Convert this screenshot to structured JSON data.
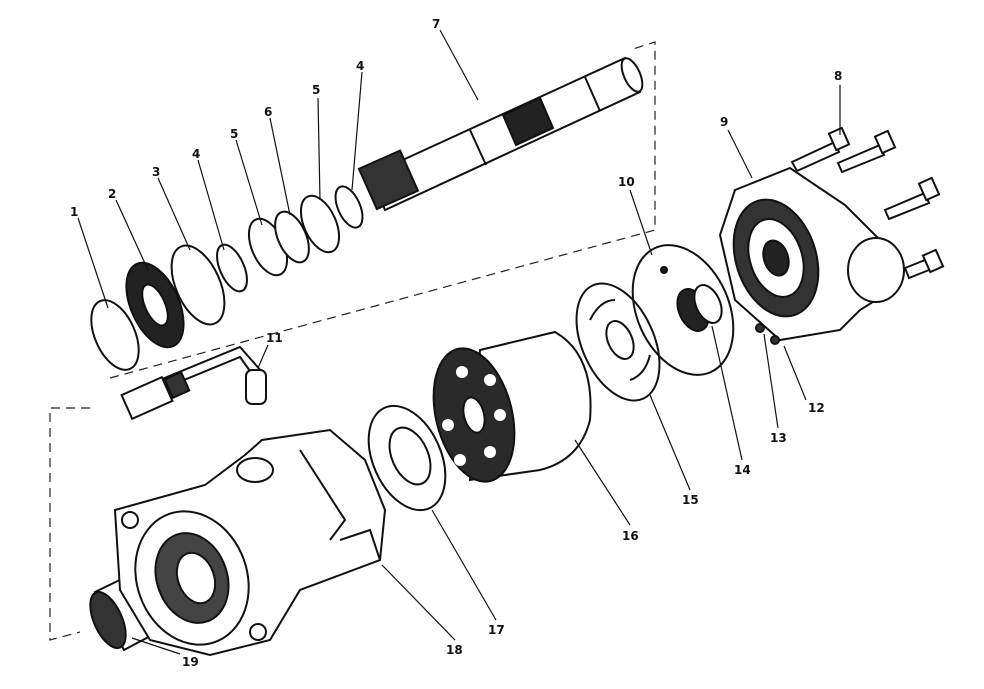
{
  "diagram": {
    "callouts": [
      {
        "id": "c1",
        "text": "1"
      },
      {
        "id": "c2",
        "text": "2"
      },
      {
        "id": "c3",
        "text": "3"
      },
      {
        "id": "c4a",
        "text": "4"
      },
      {
        "id": "c4b",
        "text": "4"
      },
      {
        "id": "c5a",
        "text": "5"
      },
      {
        "id": "c5b",
        "text": "5"
      },
      {
        "id": "c6",
        "text": "6"
      },
      {
        "id": "c7",
        "text": "7"
      },
      {
        "id": "c8",
        "text": "8"
      },
      {
        "id": "c9",
        "text": "9"
      },
      {
        "id": "c10",
        "text": "10"
      },
      {
        "id": "c11",
        "text": "11"
      },
      {
        "id": "c12",
        "text": "12"
      },
      {
        "id": "c13",
        "text": "13"
      },
      {
        "id": "c14",
        "text": "14"
      },
      {
        "id": "c15",
        "text": "15"
      },
      {
        "id": "c16",
        "text": "16"
      },
      {
        "id": "c17",
        "text": "17"
      },
      {
        "id": "c18",
        "text": "18"
      },
      {
        "id": "c19",
        "text": "19"
      }
    ],
    "colors": {
      "ink": "#111111",
      "paper": "#ffffff",
      "shade": "#555555"
    }
  }
}
